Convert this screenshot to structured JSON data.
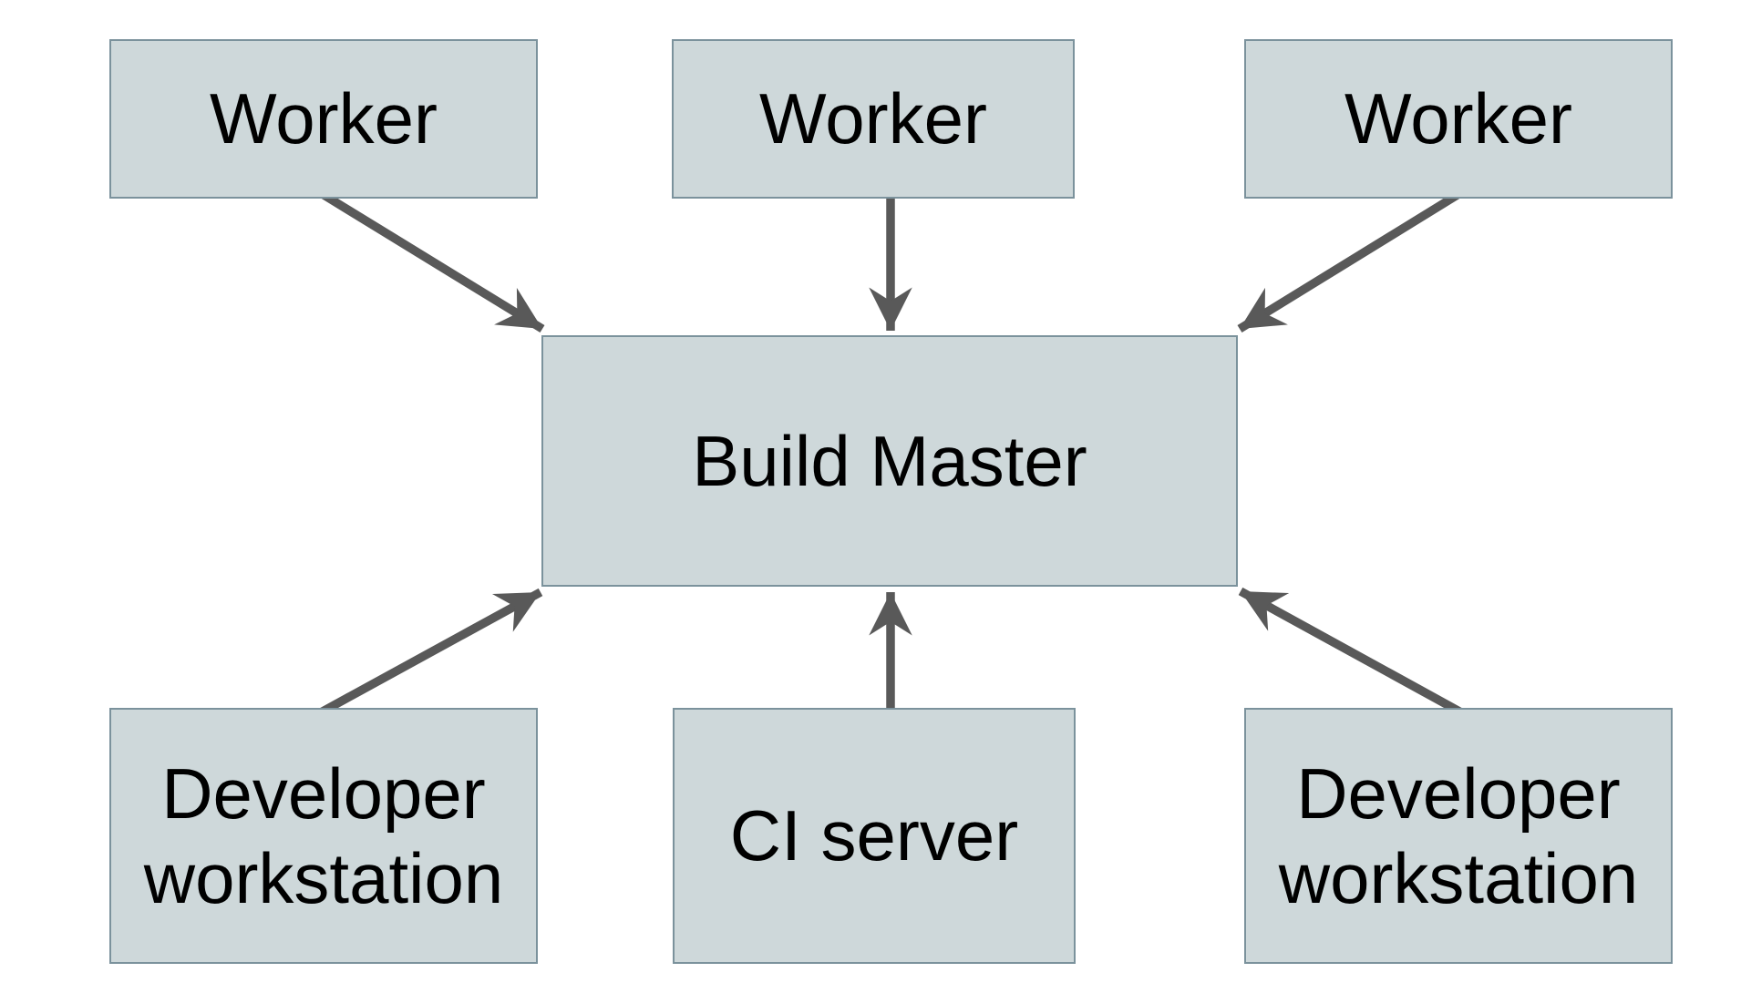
{
  "diagram": {
    "type": "architecture-diagram",
    "description": "Build system topology: workers and clients connecting to a central build master",
    "colors": {
      "node_fill": "#ced8da",
      "node_border": "#7b929c",
      "arrow": "#595959",
      "text": "#000000",
      "background": "#ffffff"
    },
    "nodes": {
      "worker_1": {
        "label": "Worker"
      },
      "worker_2": {
        "label": "Worker"
      },
      "worker_3": {
        "label": "Worker"
      },
      "build_master": {
        "label": "Build Master"
      },
      "dev_workstation_1": {
        "label": "Developer workstation"
      },
      "ci_server": {
        "label": "CI server"
      },
      "dev_workstation_2": {
        "label": "Developer workstation"
      }
    },
    "edges": [
      {
        "from": "worker_1",
        "to": "build_master",
        "direction": "down-right"
      },
      {
        "from": "worker_2",
        "to": "build_master",
        "direction": "down"
      },
      {
        "from": "worker_3",
        "to": "build_master",
        "direction": "down-left"
      },
      {
        "from": "dev_workstation_1",
        "to": "build_master",
        "direction": "up-right"
      },
      {
        "from": "ci_server",
        "to": "build_master",
        "direction": "up"
      },
      {
        "from": "dev_workstation_2",
        "to": "build_master",
        "direction": "up-left"
      }
    ]
  }
}
